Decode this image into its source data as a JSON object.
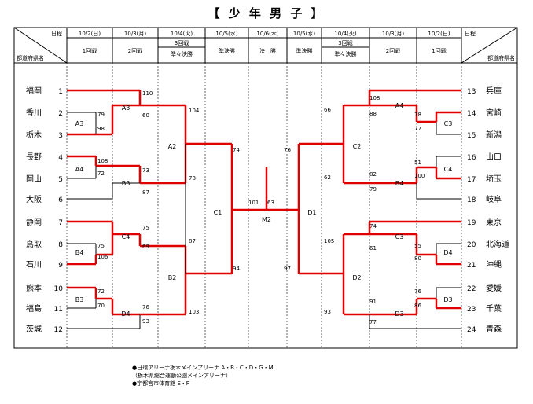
{
  "title": "【 少 年 男 子 】",
  "header": {
    "nittei": "日程",
    "pref_label": "都道府県名",
    "cols": [
      {
        "date": "10/2(日)",
        "label": "1回戦"
      },
      {
        "date": "10/3(月)",
        "label": "2回戦"
      },
      {
        "date": "10/4(火)",
        "sub": "3回戦",
        "label": "準々決勝"
      },
      {
        "date": "10/5(水)",
        "label": "準決勝"
      },
      {
        "date": "10/6(木)",
        "label": "決　勝"
      },
      {
        "date": "10/5(水)",
        "label": "準決勝"
      },
      {
        "date": "10/4(火)",
        "sub": "3回戦",
        "label": "準々決勝"
      },
      {
        "date": "10/3(月)",
        "label": "2回戦"
      },
      {
        "date": "10/2(日)",
        "label": "1回戦"
      }
    ]
  },
  "left_teams": [
    {
      "no": "1",
      "name": "福岡"
    },
    {
      "no": "2",
      "name": "香川"
    },
    {
      "no": "3",
      "name": "栃木"
    },
    {
      "no": "4",
      "name": "長野"
    },
    {
      "no": "5",
      "name": "岡山"
    },
    {
      "no": "6",
      "name": "大阪"
    },
    {
      "no": "7",
      "name": "静岡"
    },
    {
      "no": "8",
      "name": "鳥取"
    },
    {
      "no": "9",
      "name": "石川"
    },
    {
      "no": "10",
      "name": "熊本"
    },
    {
      "no": "11",
      "name": "福島"
    },
    {
      "no": "12",
      "name": "茨城"
    }
  ],
  "right_teams": [
    {
      "no": "13",
      "name": "兵庫"
    },
    {
      "no": "14",
      "name": "宮崎"
    },
    {
      "no": "15",
      "name": "新潟"
    },
    {
      "no": "16",
      "name": "山口"
    },
    {
      "no": "17",
      "name": "埼玉"
    },
    {
      "no": "18",
      "name": "岐阜"
    },
    {
      "no": "19",
      "name": "東京"
    },
    {
      "no": "20",
      "name": "北海道"
    },
    {
      "no": "21",
      "name": "沖縄"
    },
    {
      "no": "22",
      "name": "愛媛"
    },
    {
      "no": "23",
      "name": "千葉"
    },
    {
      "no": "24",
      "name": "青森"
    }
  ],
  "matches": [
    "A3",
    "B3",
    "A4",
    "B4",
    "C4",
    "B4",
    "B3",
    "D4",
    "A3",
    "B3",
    "C4",
    "D4",
    "A2",
    "B2",
    "C1",
    "M2",
    "A4",
    "C3",
    "C4",
    "B4",
    "C3",
    "D4",
    "D3",
    "D3",
    "C2",
    "D2",
    "D1"
  ],
  "scores": [
    "79",
    "98",
    "108",
    "72",
    "75",
    "106",
    "72",
    "70",
    "110",
    "60",
    "73",
    "87",
    "75",
    "69",
    "76",
    "93",
    "104",
    "78",
    "87",
    "103",
    "74",
    "94",
    "101",
    "63",
    "78",
    "77",
    "51",
    "100",
    "55",
    "80",
    "76",
    "86",
    "108",
    "88",
    "82",
    "79",
    "74",
    "61",
    "91",
    "77",
    "66",
    "62",
    "105",
    "93",
    "76",
    "97"
  ],
  "footer": [
    "●日環アリーナ栃木メインアリーナ  A・B・C・D・G・M",
    "（栃木県総合運動公園メインアリーナ）",
    "●宇都宮市体育館  E・F"
  ],
  "colors": {
    "winner": "#e00000",
    "line": "#000000"
  }
}
